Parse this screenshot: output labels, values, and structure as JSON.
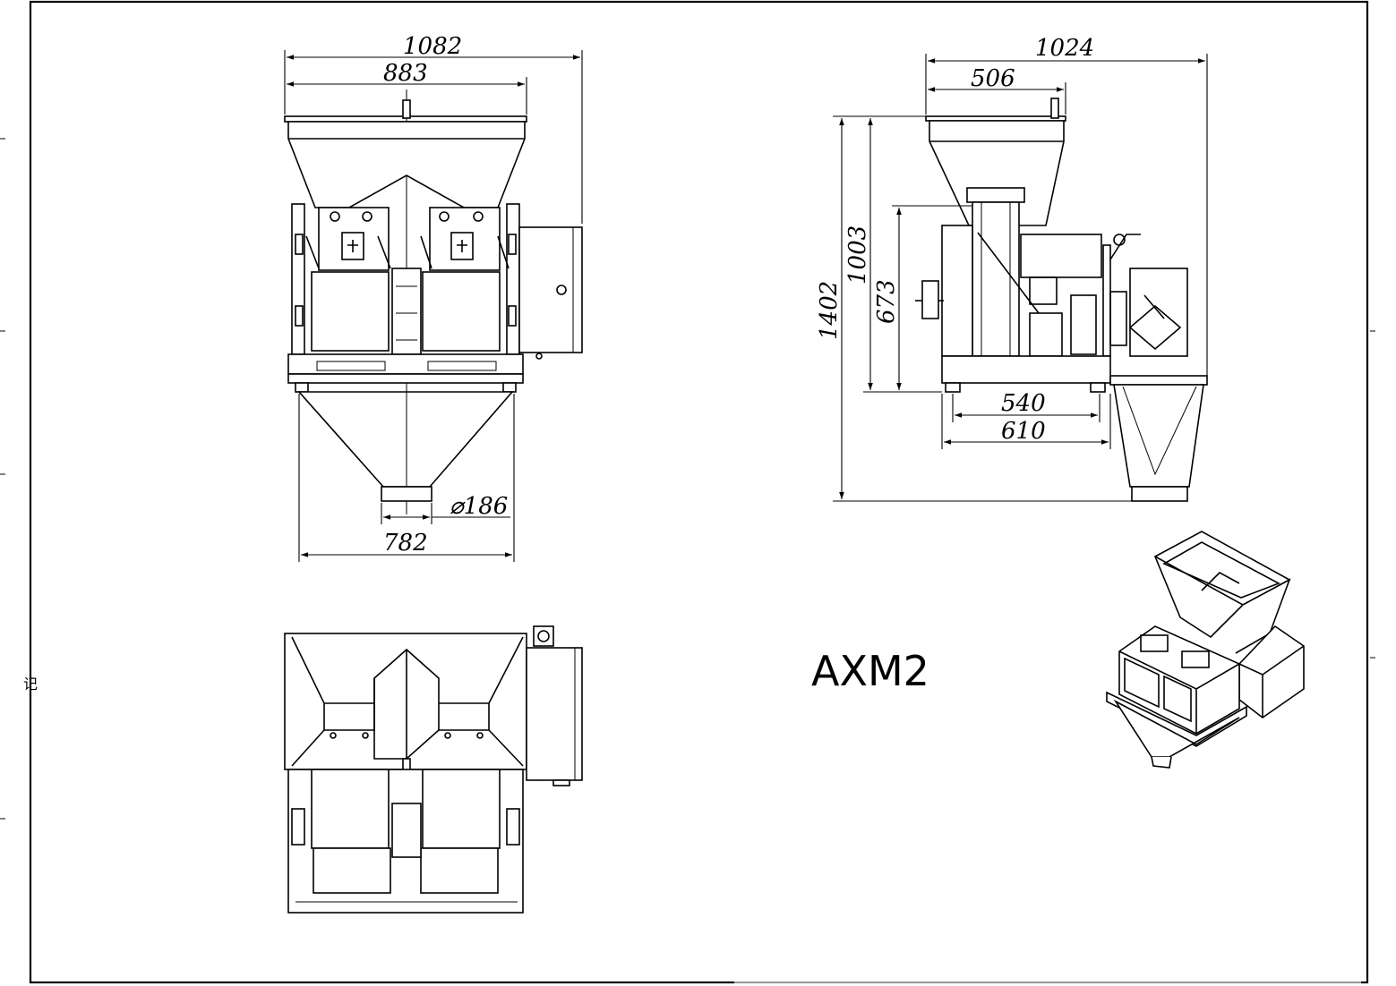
{
  "drawing": {
    "model_name": "AXM2",
    "edge_mark": "记"
  },
  "front_view": {
    "dims": {
      "overall_width": "1082",
      "hopper_width": "883",
      "base_width": "782",
      "outlet_diameter": "⌀186"
    }
  },
  "side_view": {
    "dims": {
      "overall_depth": "1024",
      "hopper_depth": "506",
      "overall_height": "1402",
      "frame_height": "1003",
      "body_height": "673",
      "inner_base": "540",
      "outer_base": "610"
    }
  }
}
